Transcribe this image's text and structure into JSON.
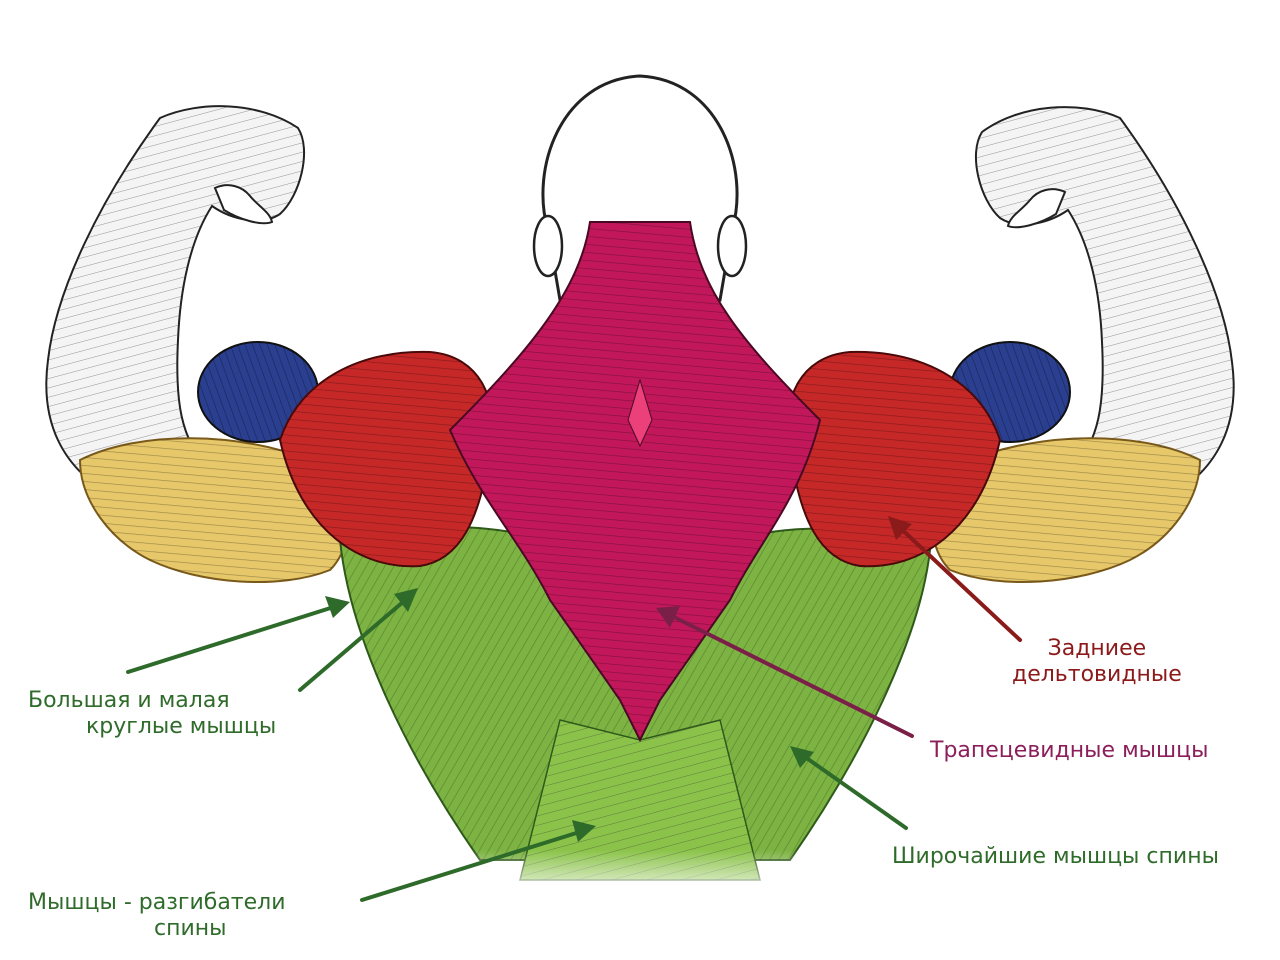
{
  "labels": {
    "teres": {
      "line1": "Большая и малая",
      "line2": "круглые мышцы"
    },
    "rear_delts": {
      "line1": "Задниее",
      "line2": "дельтовидные"
    },
    "trapezius": "Трапецевидные мышцы",
    "lats": "Широчайшие мышцы спины",
    "erectors": {
      "line1": "Мышцы - разгибатели",
      "line2": "спины"
    }
  },
  "colors": {
    "trapezius": "#c2185b",
    "rear_delts": "#c62828",
    "teres": "#2a3f8f",
    "lats": "#7cb342",
    "triceps": "#e6c76a",
    "arrow_green": "#2e6b2a",
    "arrow_maroon": "#8b1a1a",
    "arrow_purple": "#7a2048",
    "label_green": "#2f6b2a",
    "label_maroon": "#8c1a1a",
    "label_purple": "#8b1f5b"
  }
}
